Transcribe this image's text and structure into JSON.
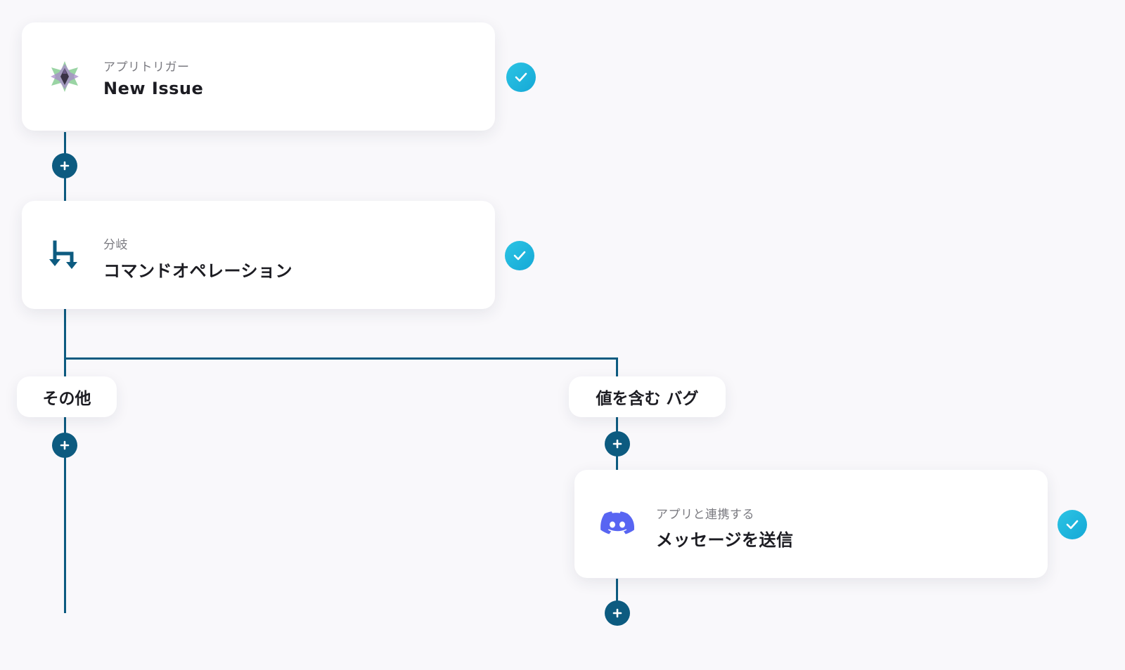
{
  "colors": {
    "line": "#0d5b80",
    "check": "#1fb6de",
    "discord": "#5865f2",
    "background": "#f9f8fb"
  },
  "nodes": [
    {
      "caption": "アプリトリガー",
      "title": "New Issue",
      "icon": "app-star-icon",
      "status": "check-icon"
    },
    {
      "caption": "分岐",
      "title": "コマンドオペレーション",
      "icon": "branch-icon",
      "status": "check-icon"
    },
    {
      "caption": "アプリと連携する",
      "title": "メッセージを送信",
      "icon": "discord-icon",
      "status": "check-icon"
    }
  ],
  "branches": [
    {
      "label": "その他"
    },
    {
      "label": "値を含む バグ"
    }
  ],
  "add_buttons": {
    "icon": "plus-icon"
  }
}
